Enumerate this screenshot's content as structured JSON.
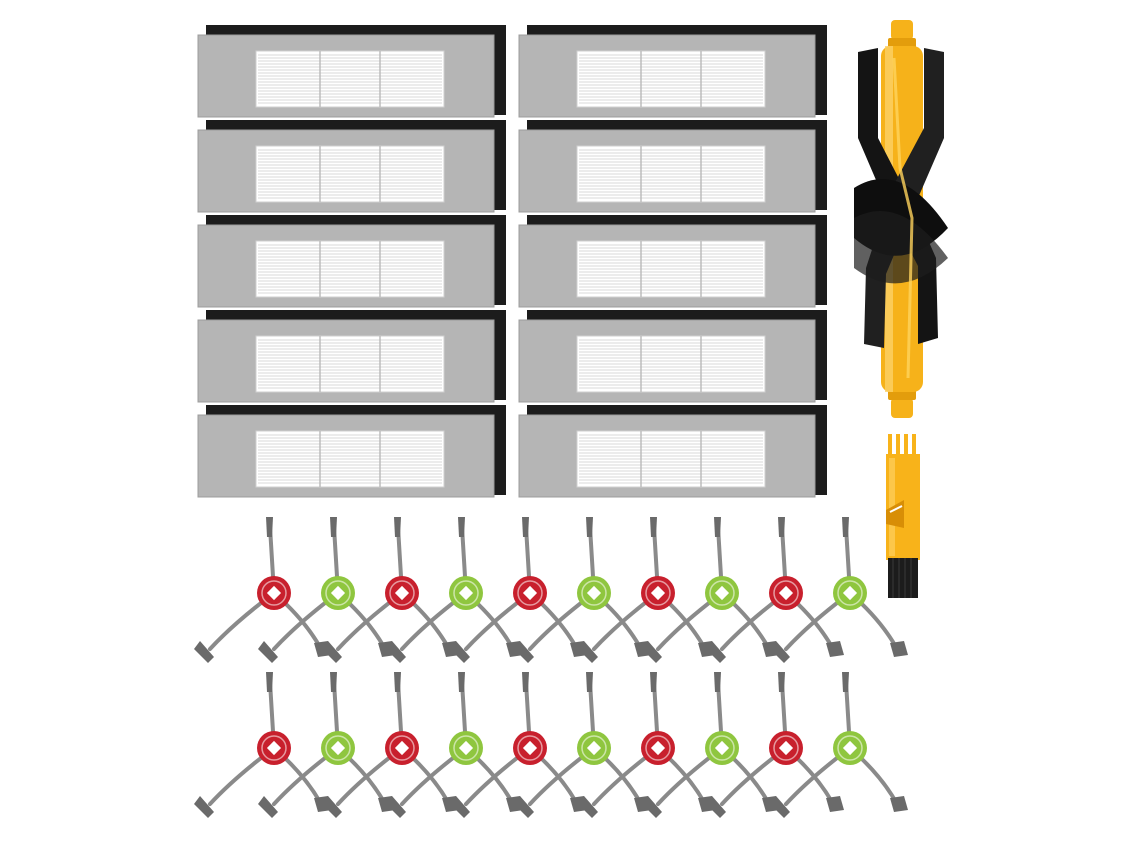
{
  "product_photo": {
    "components": {
      "hepa_filter": {
        "quantity": 10,
        "frame_color": "#b5b5b5",
        "mesh_color": "#ffffff",
        "sponge_color": "#1c1c1c"
      },
      "side_brush": {
        "quantity": 20,
        "hub_colors": [
          "#c8202d",
          "#8fc63f"
        ],
        "bristle_color": "#8a8a8a"
      },
      "main_roller_brush": {
        "quantity": 1,
        "core_color": "#f6b21a",
        "rubber_color": "#141414"
      },
      "cleaning_tool": {
        "quantity": 1,
        "color": "#f8b31a"
      }
    }
  }
}
